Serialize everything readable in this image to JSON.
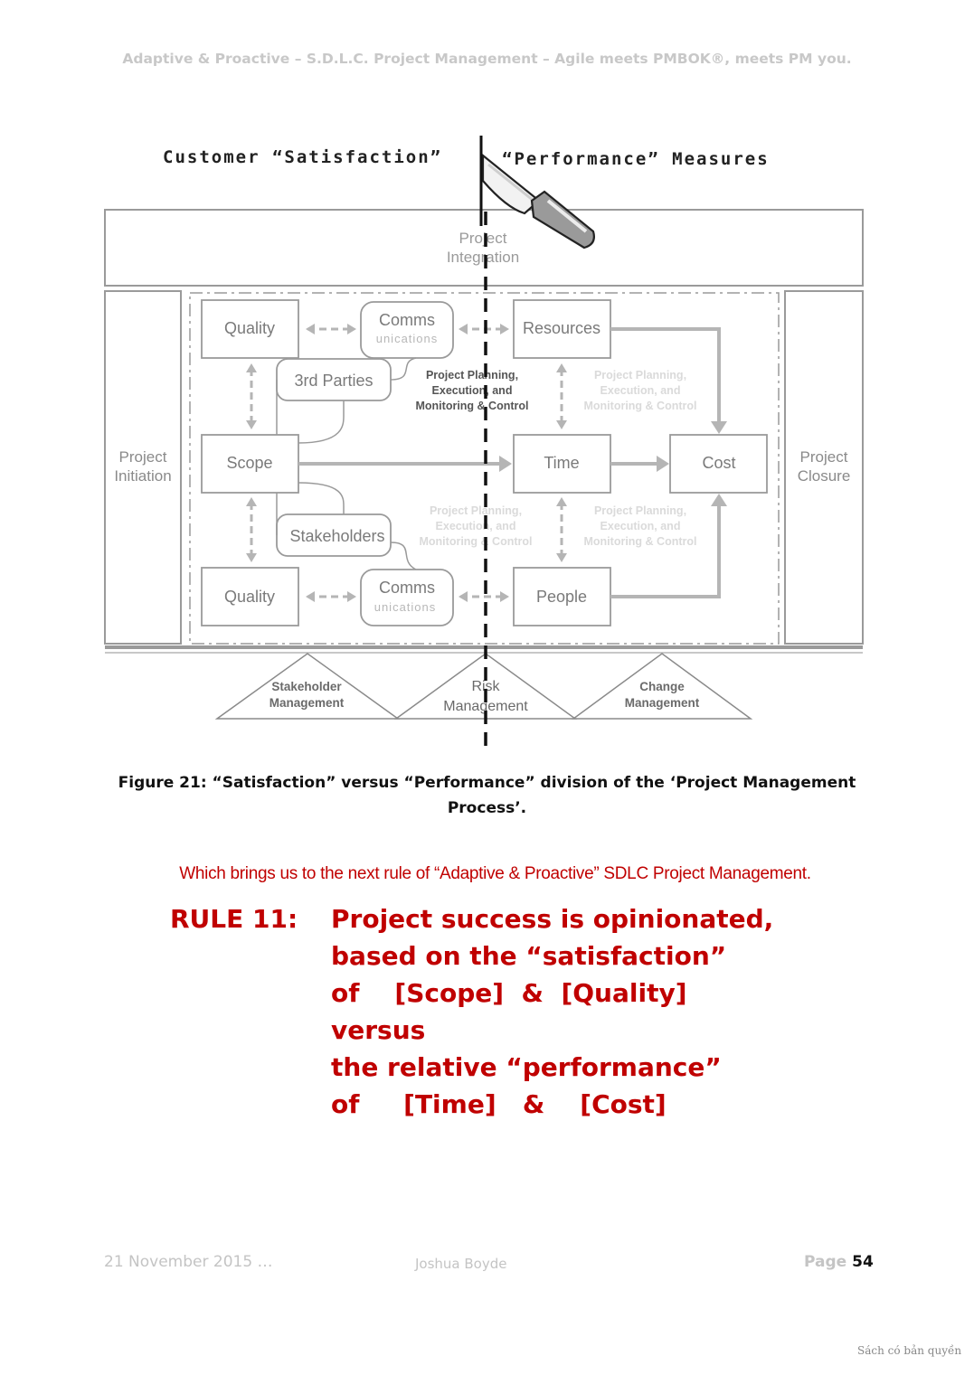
{
  "header": {
    "text": "Adaptive & Proactive – S.D.L.C. Project Management – Agile meets PMBOK®, meets PM you."
  },
  "figure": {
    "title_left": "Customer “Satisfaction”",
    "title_right": "“Performance” Measures",
    "integration": [
      "Project",
      "Integration"
    ],
    "initiation": [
      "Project",
      "Initiation"
    ],
    "closure": [
      "Project",
      "Closure"
    ],
    "boxes": {
      "quality_top": "Quality",
      "comms_top": "Comms",
      "comms_top_sub": "unications",
      "resources": "Resources",
      "third_parties": "3rd Parties",
      "scope": "Scope",
      "time": "Time",
      "cost": "Cost",
      "stakeholders": "Stakeholders",
      "quality_bottom": "Quality",
      "comms_bottom": "Comms",
      "comms_bottom_sub": "unications",
      "people": "People"
    },
    "planning_label": [
      "Project Planning,",
      "Execution, and",
      "Monitoring & Control"
    ],
    "triangles": [
      [
        "Stakeholder",
        "Management"
      ],
      [
        "Risk",
        "Management"
      ],
      [
        "Change",
        "Management"
      ]
    ],
    "icon": "knife-icon"
  },
  "caption": {
    "line1": "Figure 21: “Satisfaction” versus “Performance” division of the ‘Project Management",
    "line2": "Process’."
  },
  "intro": "Which brings us to the next rule of “Adaptive & Proactive” SDLC Project Management.",
  "rule": {
    "label": "RULE 11:",
    "lines": [
      "Project success is opinionated,",
      "based on the “satisfaction”",
      "of    [Scope]  &  [Quality]",
      "versus",
      "the relative “performance”",
      "of     [Time]   &    [Cost]"
    ]
  },
  "footer": {
    "date": "21 November 2015 …",
    "author": "Joshua Boyde",
    "page_label": "Page",
    "page_number": "54"
  },
  "watermark": "Sách có bản quyền",
  "colors": {
    "rule_red": "#c00000",
    "diagram_gray": "#8a8a8a",
    "footer_gray": "#c4c4c4"
  }
}
